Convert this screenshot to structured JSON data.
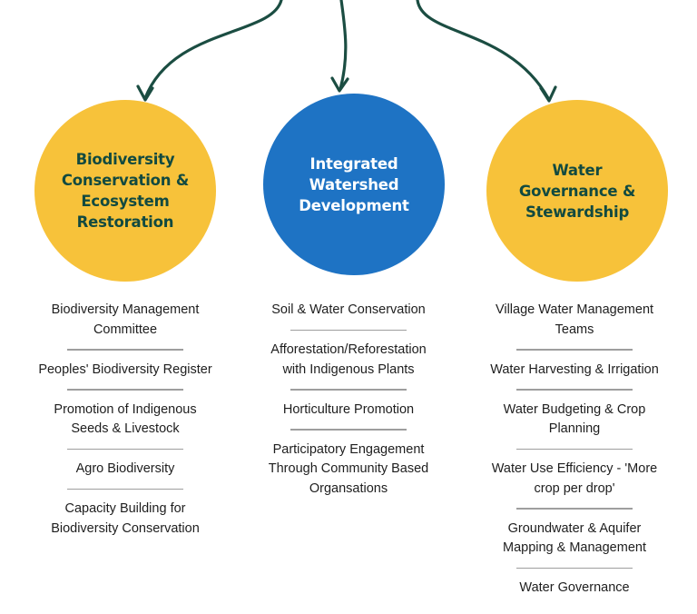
{
  "colors": {
    "yellow": "#F7C23A",
    "blue": "#1E73C4",
    "dark_green": "#124A40",
    "white": "#FFFFFF",
    "arrow": "#1B4D42"
  },
  "circles": [
    {
      "id": "left",
      "title": "Biodiversity Conservation & Ecosystem Restoration",
      "fill": "yellow",
      "text_color": "dark_green"
    },
    {
      "id": "middle",
      "title": "Integrated Watershed Development",
      "fill": "blue",
      "text_color": "white"
    },
    {
      "id": "right",
      "title": "Water Governance & Stewardship",
      "fill": "yellow",
      "text_color": "dark_green"
    }
  ],
  "columns": {
    "left": [
      "Biodiversity Management Committee",
      "Peoples' Biodiversity Register",
      "Promotion of Indigenous Seeds & Livestock",
      "Agro Biodiversity",
      "Capacity Building for Biodiversity Conservation"
    ],
    "middle": [
      "Soil & Water Conservation",
      "Afforestation/Reforestation with Indigenous Plants",
      "Horticulture Promotion",
      "Participatory Engagement Through Community Based Organsations"
    ],
    "right": [
      "Village Water Management Teams",
      "Water Harvesting & Irrigation",
      "Water Budgeting & Crop Planning",
      "Water Use Efficiency - 'More crop per drop'",
      "Groundwater & Aquifer Mapping & Management",
      "Water Governance"
    ]
  }
}
